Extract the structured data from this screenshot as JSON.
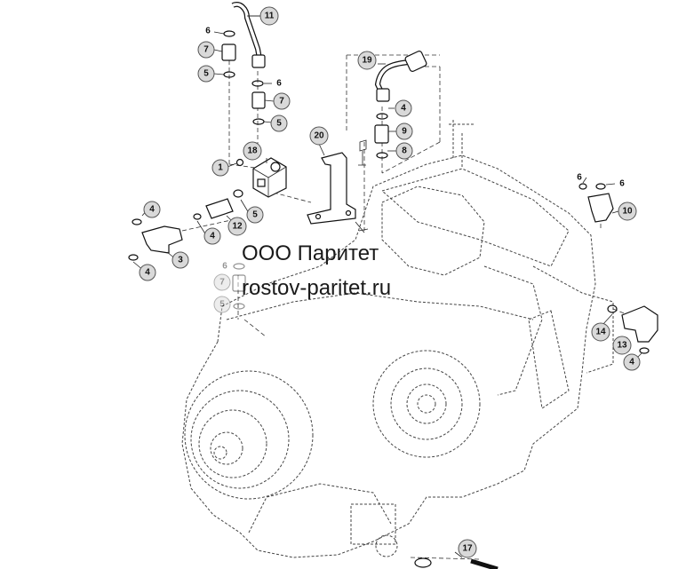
{
  "watermark": {
    "company": "ООО Паритет",
    "site": "rostov-paritet.ru"
  },
  "callouts": {
    "c1": "1",
    "c3": "3",
    "c4a": "4",
    "c4b": "4",
    "c4c": "4",
    "c4d": "4",
    "c4e": "4",
    "c5a": "5",
    "c5b": "5",
    "c5c": "5",
    "c5d": "5",
    "c6a": "6",
    "c6b": "6",
    "c6c": "6",
    "c6d": "6",
    "c6e": "6",
    "c7a": "7",
    "c7b": "7",
    "c7c": "7",
    "c8": "8",
    "c9": "9",
    "c10": "10",
    "c11": "11",
    "c12": "12",
    "c13": "13",
    "c14": "14",
    "c17": "17",
    "c18": "18",
    "c19": "19",
    "c20": "20"
  }
}
